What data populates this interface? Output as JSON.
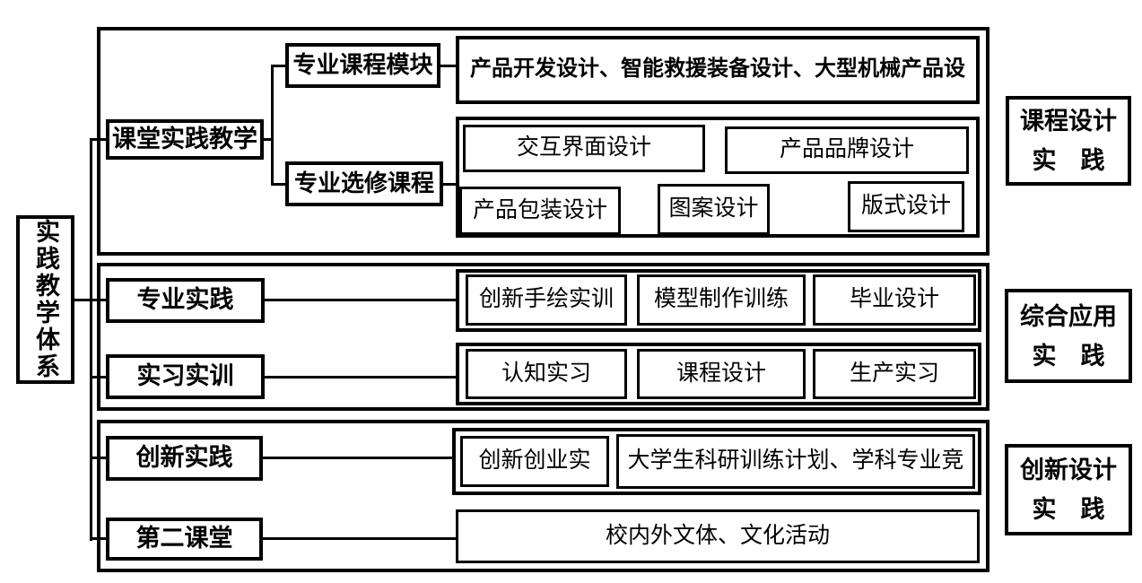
{
  "root": {
    "label": "实践教学体系"
  },
  "top": {
    "category": "课堂实践教学",
    "module_label": "专业课程模块",
    "module_content": "产品开发设计、智能救援装备设计、大型机械产品设",
    "elective_label": "专业选修课程",
    "elective_courses": [
      "交互界面设计",
      "产品品牌设计",
      "产品包装设计",
      "图案设计",
      "版式设计"
    ]
  },
  "middle": {
    "rows": [
      {
        "category": "专业实践",
        "items": [
          "创新手绘实训",
          "模型制作训练",
          "毕业设计"
        ]
      },
      {
        "category": "实习实训",
        "items": [
          "认知实习",
          "课程设计",
          "生产实习"
        ]
      }
    ]
  },
  "bottom": {
    "rows": [
      {
        "category": "创新实践",
        "items": [
          "创新创业实",
          "大学生科研训练计划、学科专业竞"
        ]
      },
      {
        "category": "第二课堂",
        "items": [
          "校内外文体、文化活动"
        ]
      }
    ]
  },
  "side_labels": [
    {
      "line1": "课程设计",
      "line2": "实　践"
    },
    {
      "line1": "综合应用",
      "line2": "实　践"
    },
    {
      "line1": "创新设计",
      "line2": "实　践"
    }
  ],
  "colors": {
    "line": "#000000",
    "background": "#ffffff"
  }
}
